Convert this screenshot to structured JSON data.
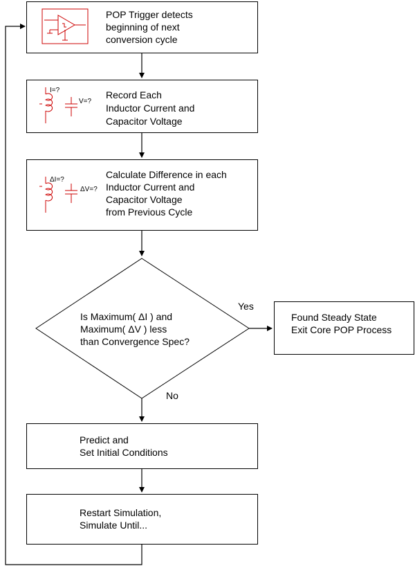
{
  "steps": {
    "pop_trigger": {
      "line1": "POP Trigger detects",
      "line2": "beginning of next",
      "line3": "conversion cycle"
    },
    "record": {
      "line1": "Record Each",
      "line2": "Inductor Current and",
      "line3": "Capacitor Voltage",
      "i_label": "I=?",
      "v_label": "V=?"
    },
    "calculate": {
      "line1": "Calculate Difference in each",
      "line2": "Inductor Current and",
      "line3": "Capacitor Voltage",
      "line4": "from Previous Cycle",
      "di_label": "ΔI=?",
      "dv_label": "ΔV=?"
    },
    "decision": {
      "line1": "Is Maximum( ΔI ) and",
      "line2": "Maximum( ΔV ) less",
      "line3": "than Convergence Spec?",
      "yes_label": "Yes",
      "no_label": "No"
    },
    "steady": {
      "line1": "Found Steady State",
      "line2": "Exit Core POP Process"
    },
    "predict": {
      "line1": "Predict and",
      "line2": "Set Initial Conditions"
    },
    "restart": {
      "line1": "Restart Simulation,",
      "line2": "Simulate Until..."
    }
  },
  "colors": {
    "trigger_icon": "#cc0000",
    "component_icon": "#cc0000",
    "line": "#000000"
  }
}
